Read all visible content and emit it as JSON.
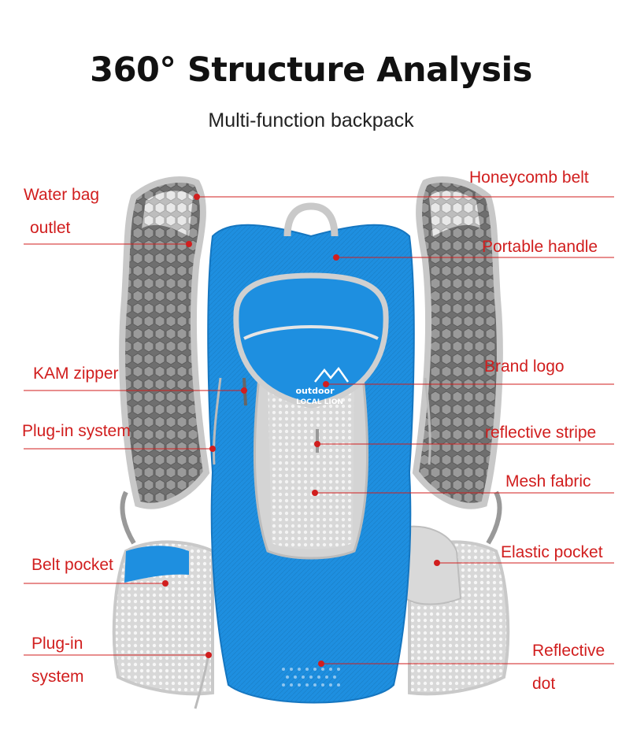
{
  "title": "360° Structure Analysis",
  "subtitle": "Multi-function backpack",
  "logo": {
    "line1": "outdoor",
    "line2": "LOCAL LION"
  },
  "colors": {
    "accent": "#d11e1e",
    "pack_blue": "#1e8fe0",
    "mesh_gray": "#8a8a8a"
  },
  "labels_left": [
    {
      "line1": "Water bag",
      "line2": "outlet"
    },
    {
      "line1": "KAM zipper"
    },
    {
      "line1": "Plug-in system"
    },
    {
      "line1": "Belt pocket"
    },
    {
      "line1": "Plug-in",
      "line2": "system"
    }
  ],
  "labels_right": [
    {
      "line1": "Honeycomb belt"
    },
    {
      "line1": "Portable handle"
    },
    {
      "line1": "Brand logo"
    },
    {
      "line1": "reflective stripe"
    },
    {
      "line1": "Mesh fabric"
    },
    {
      "line1": "Elastic pocket"
    },
    {
      "line1": "Reflective",
      "line2": "dot"
    }
  ]
}
